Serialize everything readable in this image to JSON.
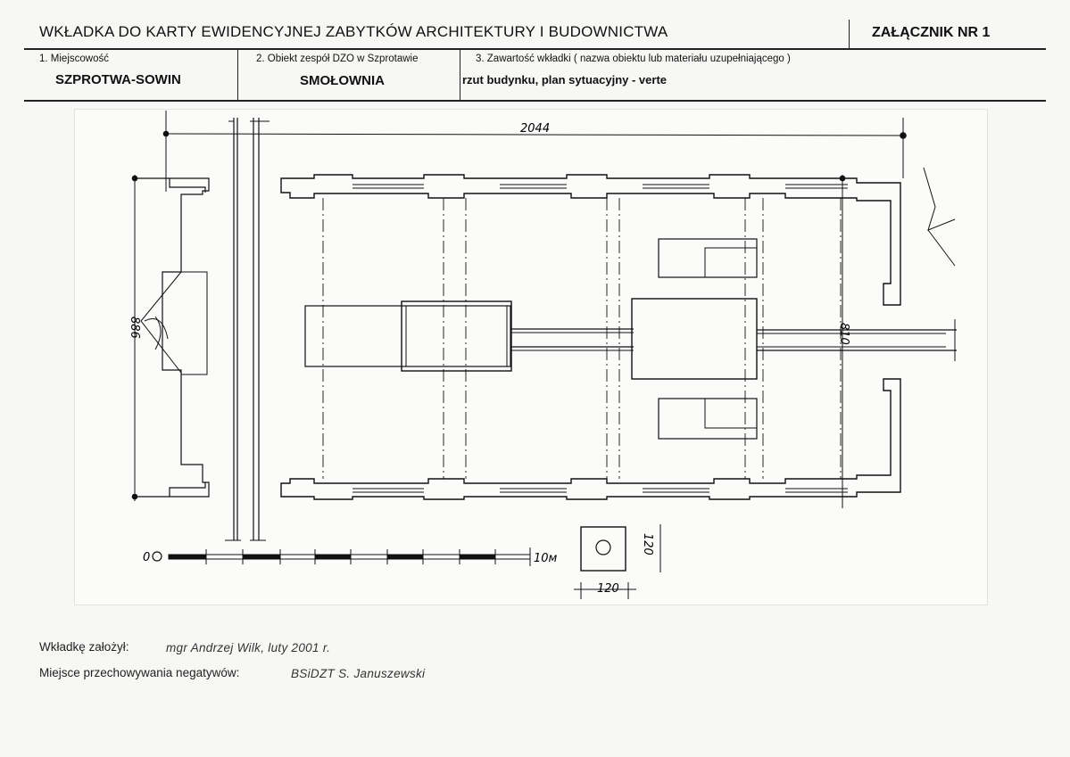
{
  "header": {
    "title": "WKŁADKA DO KARTY EWIDENCYJNEJ ZABYTKÓW ARCHITEKTURY I BUDOWNICTWA",
    "annex": "ZAŁĄCZNIK NR 1"
  },
  "fields": {
    "location": {
      "label": "1. Miejscowość",
      "value": "SZPROTWA-SOWIN"
    },
    "object": {
      "label": "2. Obiekt  zespół DZO w Szprotawie",
      "value": "SMOŁOWNIA"
    },
    "contents": {
      "label": "3. Zawartość wkładki ( nazwa obiektu lub materiału uzupełniającego )",
      "value": "rzut budynku, plan sytuacyjny - verte"
    }
  },
  "drawing": {
    "dim_length": "2044",
    "dim_width_right": "810",
    "dim_width_left": "886",
    "scale_start": "0",
    "scale_end": "10м",
    "pillar_height": "120",
    "pillar_width": "120"
  },
  "footer": {
    "author_label": "Wkładkę założył:",
    "author_value": "mgr Andrzej Wilk, luty 2001 r.",
    "storage_label": "Miejsce przechowywania negatywów:",
    "storage_value": "BSiDZT S. Januszewski"
  }
}
